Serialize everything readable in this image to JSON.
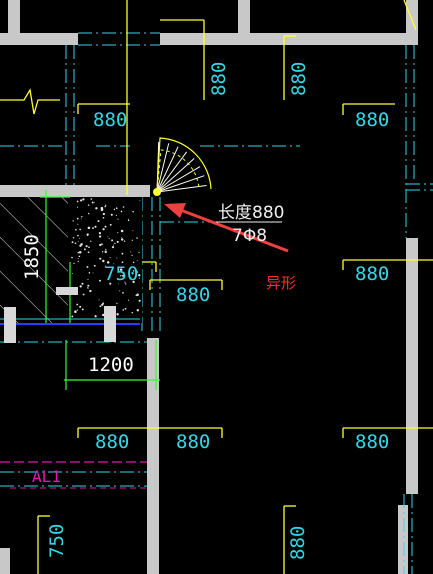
{
  "drawing": {
    "dimensions": {
      "top_left_vertical": "880",
      "top_right_vertical": "880",
      "upper_left": "880",
      "upper_right": "880",
      "mid_right": "880",
      "dim_750_mid": "750",
      "mid_880": "880",
      "left_1850": "1850",
      "span_1200": "1200",
      "bottom_left_a": "880",
      "bottom_left_b": "880",
      "bottom_right": "880",
      "bottom_750": "750",
      "bottom_880_vertical": "880"
    },
    "rebar_note_line1": "长度880",
    "rebar_note_line2": "7Φ8",
    "callout_label": "异形",
    "layer_label": "AL1"
  },
  "colors": {
    "background": "#000000",
    "wall": "#c8c8c8",
    "dimension": "#35d6e6",
    "yellow": "#ffff33",
    "arrow": "#ef4040",
    "label_red": "#ff2a2a",
    "magenta": "#e01ab0",
    "green": "#33ff33"
  }
}
